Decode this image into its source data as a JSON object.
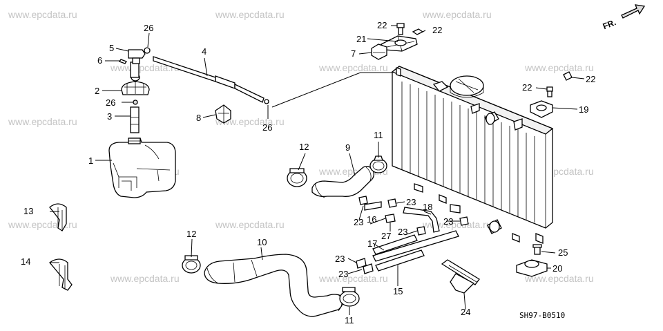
{
  "watermark": "www.epcdata.ru",
  "direction_label": "FR.",
  "drawing_code": "SH97-B0510",
  "callouts": {
    "c1": "1",
    "c2": "2",
    "c3": "3",
    "c4": "4",
    "c5": "5",
    "c6": "6",
    "c7": "7",
    "c8": "8",
    "c9": "9",
    "c10": "10",
    "c11a": "11",
    "c11b": "11",
    "c12a": "12",
    "c12b": "12",
    "c13": "13",
    "c14": "14",
    "c15": "15",
    "c16": "16",
    "c17": "17",
    "c18": "18",
    "c19": "19",
    "c20": "20",
    "c21": "21",
    "c22a": "22",
    "c22b": "22",
    "c22c": "22",
    "c22d": "22",
    "c23a": "23",
    "c23b": "23",
    "c23c": "23",
    "c23d": "23",
    "c23e": "23",
    "c23f": "23",
    "c24": "24",
    "c25": "25",
    "c26a": "26",
    "c26b": "26",
    "c26c": "26",
    "c27": "27"
  }
}
